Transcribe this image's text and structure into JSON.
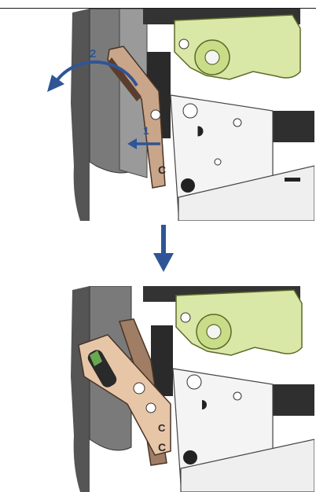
{
  "steps": {
    "step1": {
      "number": "1"
    },
    "step2": {
      "number": "2"
    }
  },
  "parts": {
    "latch_marks": [
      "C",
      "C",
      "C"
    ]
  },
  "colors": {
    "arrow_blue": "#2f5597",
    "housing_gray": "#6f6f6f",
    "bracket_bronze": "#c9a58a",
    "lever_green": "#d9e8a6",
    "frame_white": "#f4f4f4",
    "roller_dark": "#2a2a2a"
  },
  "icons": {
    "flow": "down-arrow-icon",
    "rotate": "curved-arrow-icon",
    "push": "left-arrow-icon"
  }
}
